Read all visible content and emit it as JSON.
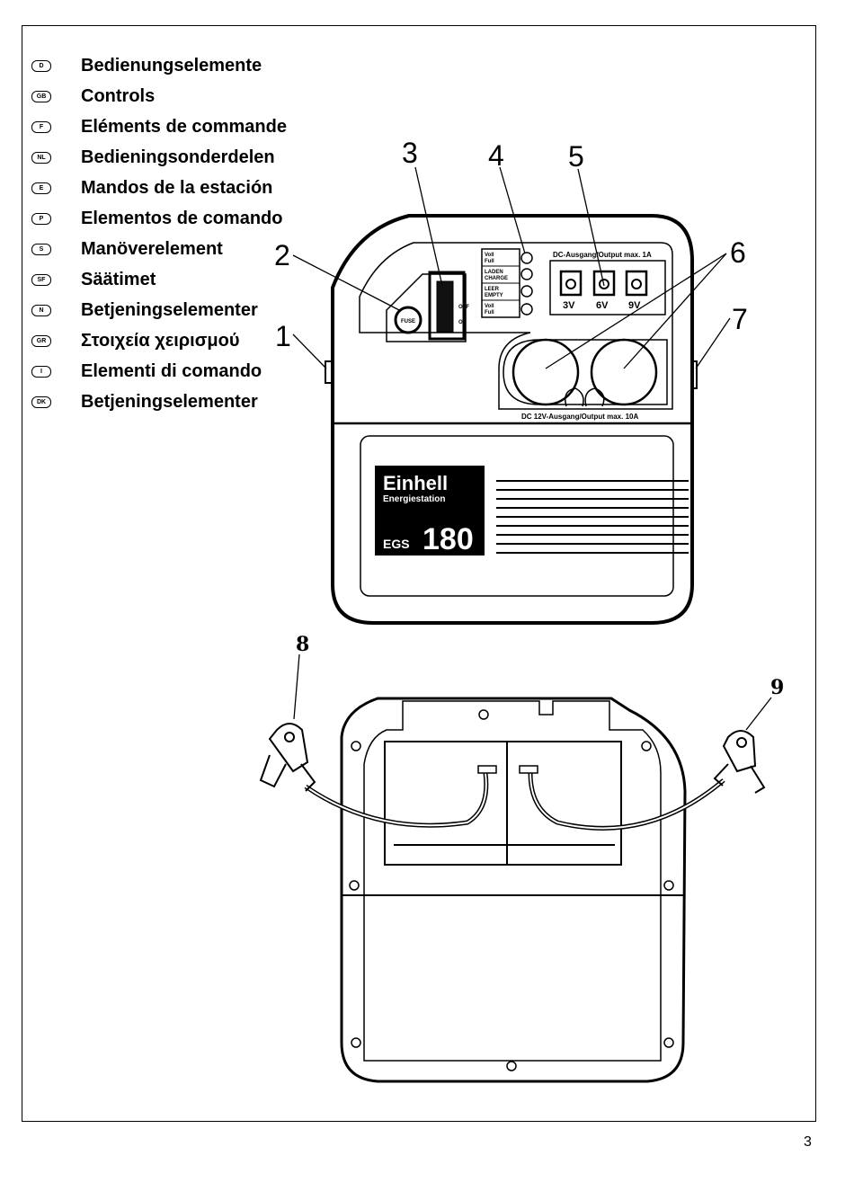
{
  "languages": [
    {
      "code": "D",
      "label": "Bedienungselemente"
    },
    {
      "code": "GB",
      "label": "Controls"
    },
    {
      "code": "F",
      "label": "Eléments de commande"
    },
    {
      "code": "NL",
      "label": "Bedieningsonderdelen"
    },
    {
      "code": "E",
      "label": "Mandos de la estación"
    },
    {
      "code": "P",
      "label": "Elementos de comando"
    },
    {
      "code": "S",
      "label": "Manöverelement"
    },
    {
      "code": "SF",
      "label": "Säätimet"
    },
    {
      "code": "N",
      "label": "Betjeningselementer"
    },
    {
      "code": "GR",
      "label": "Στοιχεία χειρισμού"
    },
    {
      "code": "I",
      "label": "Elementi di comando"
    },
    {
      "code": "DK",
      "label": "Betjeningselementer"
    }
  ],
  "callouts": {
    "c1": "1",
    "c2": "2",
    "c3": "3",
    "c4": "4",
    "c5": "5",
    "c6": "6",
    "c7": "7",
    "c8": "8",
    "c9": "9"
  },
  "device": {
    "fuse_label": "FUSE",
    "switch_off": "OFF",
    "switch_on": "ON",
    "led_labels": [
      [
        "Voll",
        "Full"
      ],
      [
        "LADEN",
        "CHARGE"
      ],
      [
        "LEER",
        "EMPTY"
      ],
      [
        "Voll",
        "Full"
      ]
    ],
    "dc_output_label": "DC-Ausgang/Output max. 1A",
    "volt_labels": [
      "3V",
      "6V",
      "9V"
    ],
    "dc12_label": "DC 12V-Ausgang/Output max. 10A",
    "brand": "Einhell",
    "product_name": "Energiestation",
    "model_prefix": "EGS",
    "model_number": "180"
  },
  "page_number": "3"
}
